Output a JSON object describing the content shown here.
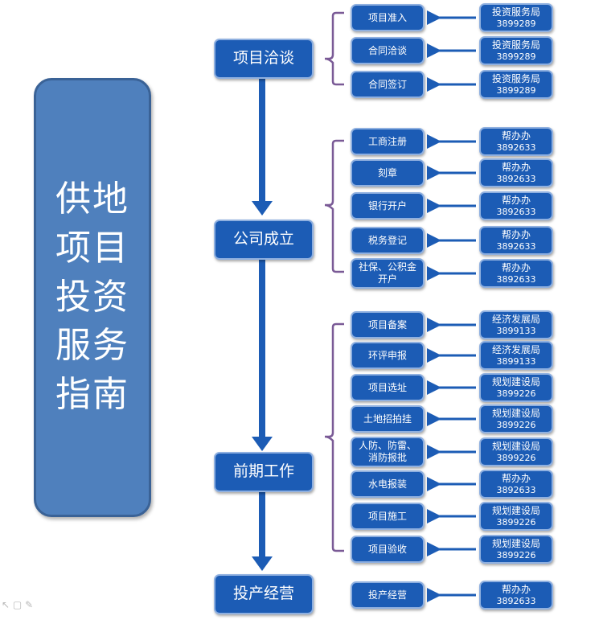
{
  "title_lines": [
    "供地",
    "项目",
    "投资",
    "服务",
    "指南"
  ],
  "stages": [
    "项目洽谈",
    "公司成立",
    "前期工作",
    "投产经营"
  ],
  "groups": [
    {
      "tasks": [
        {
          "name": "项目准入",
          "dept": "投资服务局",
          "phone": "3899289"
        },
        {
          "name": "合同洽谈",
          "dept": "投资服务局",
          "phone": "3899289"
        },
        {
          "name": "合同签订",
          "dept": "投资服务局",
          "phone": "3899289"
        }
      ]
    },
    {
      "tasks": [
        {
          "name": "工商注册",
          "dept": "帮办办",
          "phone": "3892633"
        },
        {
          "name": "刻章",
          "dept": "帮办办",
          "phone": "3892633"
        },
        {
          "name": "银行开户",
          "dept": "帮办办",
          "phone": "3892633"
        },
        {
          "name": "税务登记",
          "dept": "帮办办",
          "phone": "3892633"
        },
        {
          "name": "社保、公积金开户",
          "dept": "帮办办",
          "phone": "3892633"
        }
      ]
    },
    {
      "tasks": [
        {
          "name": "项目备案",
          "dept": "经济发展局",
          "phone": "3899133"
        },
        {
          "name": "环评申报",
          "dept": "经济发展局",
          "phone": "3899133"
        },
        {
          "name": "项目选址",
          "dept": "规划建设局",
          "phone": "3899226"
        },
        {
          "name": "土地招拍挂",
          "dept": "规划建设局",
          "phone": "3899226"
        },
        {
          "name": "人防、防雷、消防报批",
          "dept": "规划建设局",
          "phone": "3899226"
        },
        {
          "name": "水电报装",
          "dept": "帮办办",
          "phone": "3892633"
        },
        {
          "name": "项目施工",
          "dept": "规划建设局",
          "phone": "3899226"
        },
        {
          "name": "项目验收",
          "dept": "规划建设局",
          "phone": "3899226"
        }
      ]
    },
    {
      "tasks": [
        {
          "name": "投产经营",
          "dept": "帮办办",
          "phone": "3892633"
        }
      ]
    }
  ],
  "colors": {
    "box_fill": "#1c5cb5",
    "title_fill": "#4f80bd",
    "bracket": "#7a5a96",
    "arrow": "#1c5cb5"
  }
}
